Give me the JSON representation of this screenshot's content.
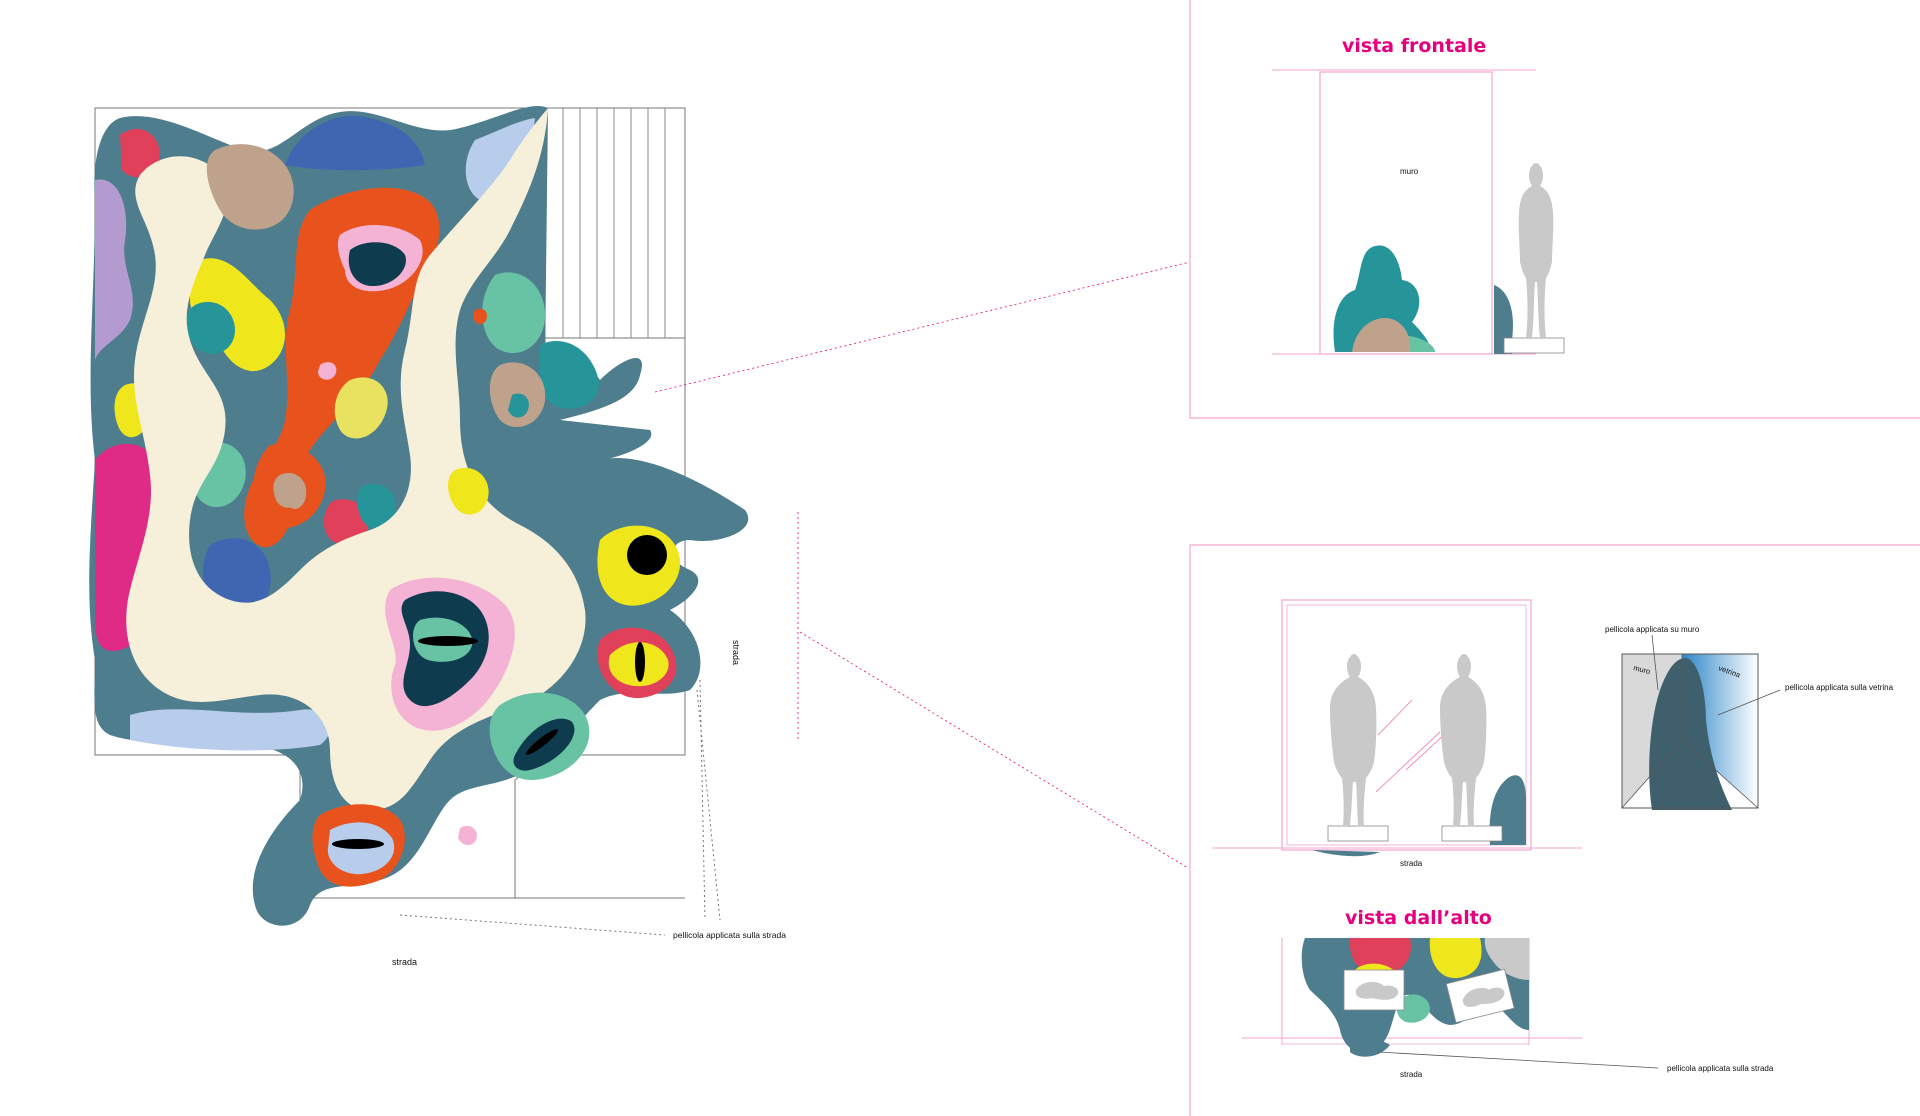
{
  "plan": {
    "street_label": "strada",
    "side_street_label": "strada",
    "film_street_note": "pellicola applicata sulla strada"
  },
  "front_view": {
    "title": "vista frontale",
    "wall_label": "muro"
  },
  "window_view": {
    "street_label": "strada",
    "film_wall_note": "pellicola applicata su muro",
    "film_window_note": "pellicola applicata sulla vetrina",
    "detail_wall_label": "muro",
    "detail_window_label": "vetrina"
  },
  "top_view": {
    "title": "vista dall’alto",
    "street_label": "strada",
    "film_street_note": "pellicola applicata sulla strada"
  },
  "colors": {
    "accent_magenta": "#e5007e",
    "frame_pink": "#f4a6cf",
    "slate": "#4e7e8e",
    "cream": "#f6efd9"
  }
}
